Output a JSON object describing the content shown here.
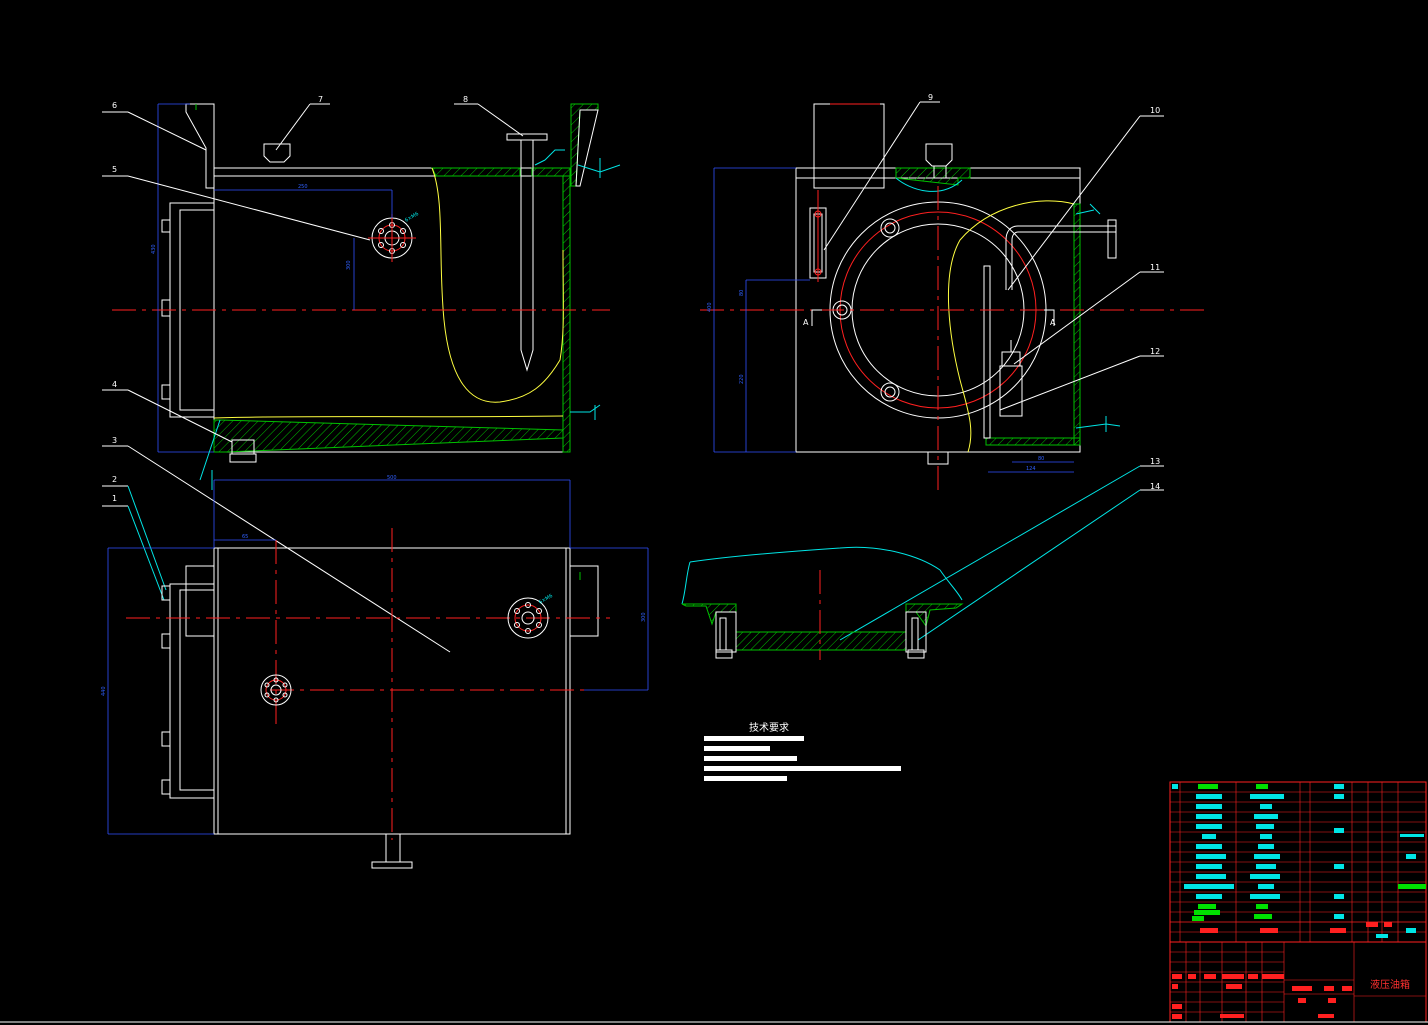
{
  "drawing": {
    "part_labels": [
      "6",
      "5",
      "4",
      "3",
      "2",
      "1",
      "7",
      "8",
      "9",
      "10",
      "11",
      "12",
      "13",
      "14"
    ],
    "section_mark": "A",
    "front_view_dims": [
      "250",
      "300",
      "430"
    ],
    "top_view_dims": [
      "500",
      "65",
      "440",
      "300"
    ],
    "side_view_dims": [
      "400",
      "80",
      "220",
      "80",
      "124"
    ],
    "hole_callout": "6×M6"
  },
  "tech_requirements": {
    "title": "技术要求"
  },
  "title_block": {
    "drawing_name": "液压油箱"
  }
}
